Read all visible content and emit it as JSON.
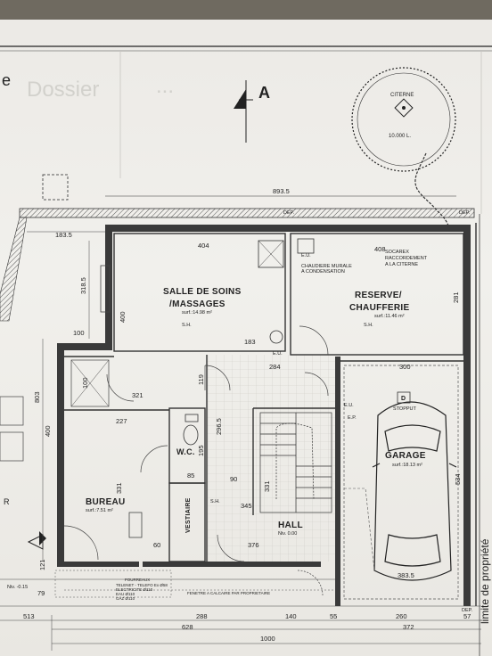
{
  "sheet": {
    "edge_letter": "e",
    "edge_letter_left": "R",
    "section_marker": "A",
    "ghost_header_left": "Dossier",
    "ghost_header_right": "...",
    "side_note": "limite de propriété"
  },
  "citerne": {
    "label": "CITERNE",
    "capacity": "10.000 L."
  },
  "rooms": {
    "salle": {
      "name_line1": "SALLE DE SOINS",
      "name_line2": "/MASSAGES",
      "area": "surf.:14.98 m²"
    },
    "reserve": {
      "name_line1": "RESERVE/",
      "name_line2": "CHAUFFERIE",
      "area": "surf.:11.46 m²"
    },
    "garage": {
      "name": "GARAGE",
      "area": "surf.:18.13 m²",
      "stopput": "STOPPUT"
    },
    "bureau": {
      "name": "BUREAU",
      "area": "surf.:7.51 m²"
    },
    "wc": {
      "name": "W.C."
    },
    "vestiaire": {
      "name": "VESTIAIRE"
    },
    "hall": {
      "name": "HALL",
      "level": "Niv. 0.00"
    }
  },
  "notes": {
    "dep_top": "DEP.",
    "dep_right": "DEP.",
    "dep_bottom": "DEP.",
    "eu": "E.U.",
    "eu2": "E.U.",
    "ep": "E.P.",
    "chaudiere": "CHAUDIERE MURALE",
    "chaudiere2": "A CONDENSATION",
    "socarex1": "SOCAREX",
    "socarex2": "RACCORDEMENT",
    "socarex3": "A LA CITERNE",
    "sh": "S.H.",
    "level_outside": "Niv. -0.15",
    "raccord_title": "FOURREAUX",
    "raccord_lines": [
      "TELENET - TELEFO Ex Ø58",
      "ELECTRICITE Ø110",
      "EAU Ø110",
      "GAZ Ø110"
    ],
    "compteur": "FENETRE A CALCAIRE PAR PROPRIETAIRE"
  },
  "dimensions": {
    "top_total": "893.5",
    "top_left": "183.5",
    "salle_width": "404",
    "reserve_width": "408",
    "reserve_height": "281",
    "left_318": "318.5",
    "left_100a": "100",
    "left_100b": "100",
    "left_803": "803",
    "left_400": "400",
    "left_121": "121",
    "salle_400": "400",
    "d183": "183",
    "d284": "284",
    "d300": "300",
    "d119": "119",
    "d321": "321",
    "d227": "227",
    "d296": "296.5",
    "d195": "195",
    "d85": "85",
    "d90": "90",
    "d345": "345",
    "d331a": "331",
    "d331b": "331",
    "d376": "376",
    "d60": "60",
    "d534": "534",
    "d383": "383.5",
    "d79": "79",
    "bottom_513": "513",
    "bottom_288": "288",
    "bottom_140": "140",
    "bottom_55": "55",
    "bottom_260": "260",
    "bottom_57": "57",
    "bottom_628": "628",
    "bottom_372": "372",
    "bottom_1000": "1000"
  }
}
